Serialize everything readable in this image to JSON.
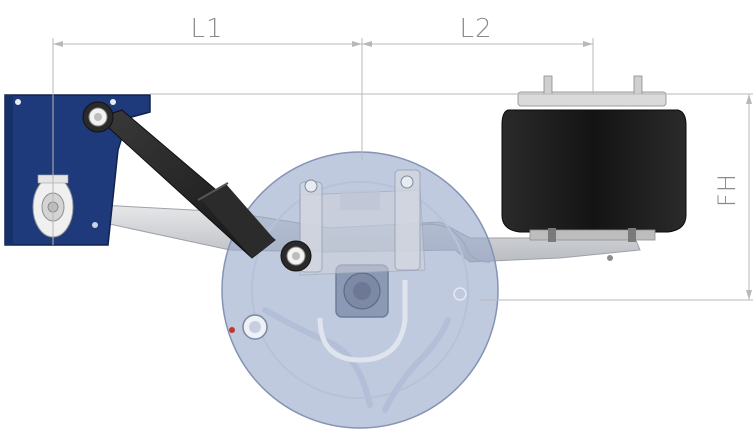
{
  "dimensions": {
    "l1": "L1",
    "l2": "L2",
    "fh": "FH"
  },
  "colors": {
    "dimension_line": "#b8b8b8",
    "dimension_text": "#8a8a8a",
    "hanger_bracket": "#1e3a7a",
    "air_spring": "#1c1c1c",
    "brake_drum": "#9aa9c9",
    "trailing_arm": "#cfd1d4",
    "shock_absorber": "#222222"
  }
}
